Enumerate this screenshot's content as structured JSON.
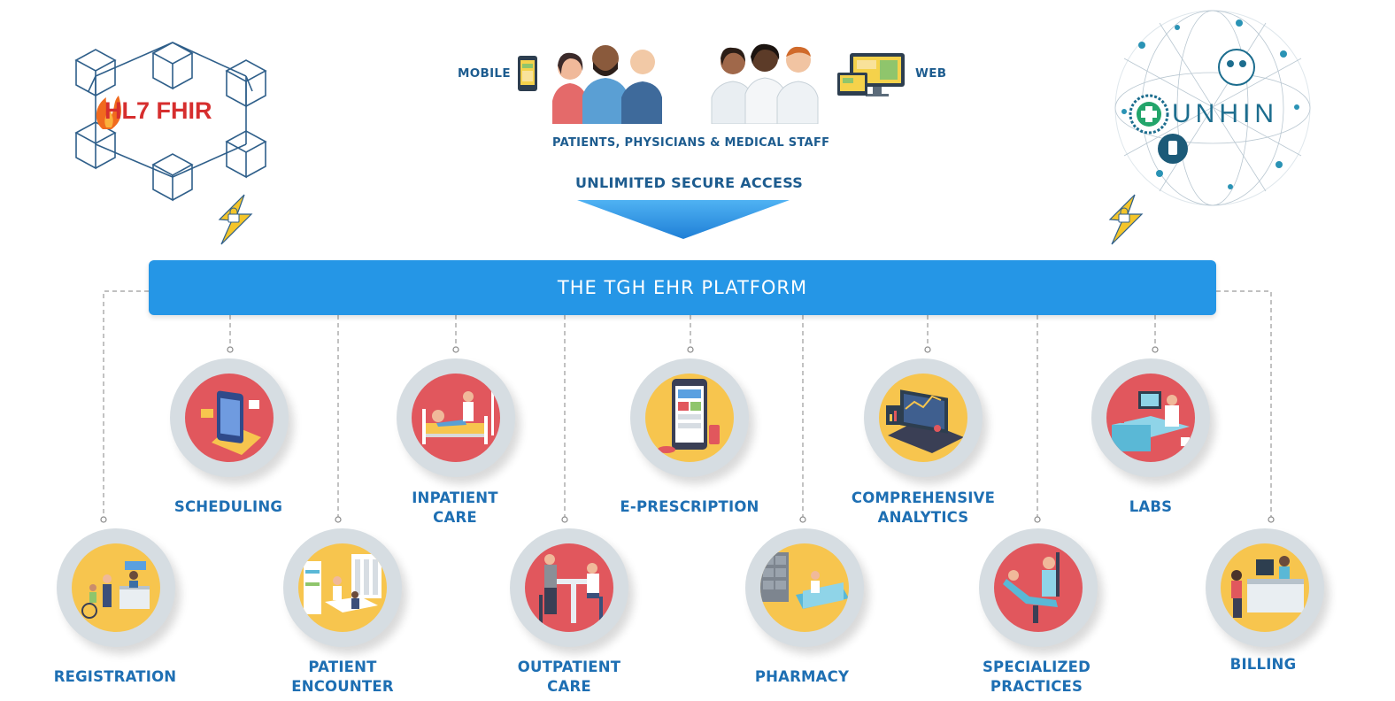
{
  "header": {
    "mobile_label": "MOBILE",
    "web_label": "WEB",
    "people_caption": "PATIENTS, PHYSICIANS & MEDICAL STAFF",
    "access_label": "UNLIMITED SECURE ACCESS"
  },
  "logos": {
    "hl7_fhir_text": "HL7 FHIR",
    "unhin_text": "UNHIN"
  },
  "platform": {
    "title": "THE TGH EHR PLATFORM"
  },
  "modules": {
    "scheduling": "SCHEDULING",
    "inpatient": "INPATIENT\nCARE",
    "eprescription": "E-PRESCRIPTION",
    "analytics": "COMPREHENSIVE\nANALYTICS",
    "labs": "LABS",
    "registration": "REGISTRATION",
    "encounter": "PATIENT\nENCOUNTER",
    "outpatient": "OUTPATIENT\nCARE",
    "pharmacy": "PHARMACY",
    "specialized": "SPECIALIZED\nPRACTICES",
    "billing": "BILLING"
  },
  "colors": {
    "platform_bar": "#2596e6",
    "label_blue": "#1e6fb3",
    "circle_red": "#e1575d",
    "circle_yellow": "#f7c54e"
  }
}
